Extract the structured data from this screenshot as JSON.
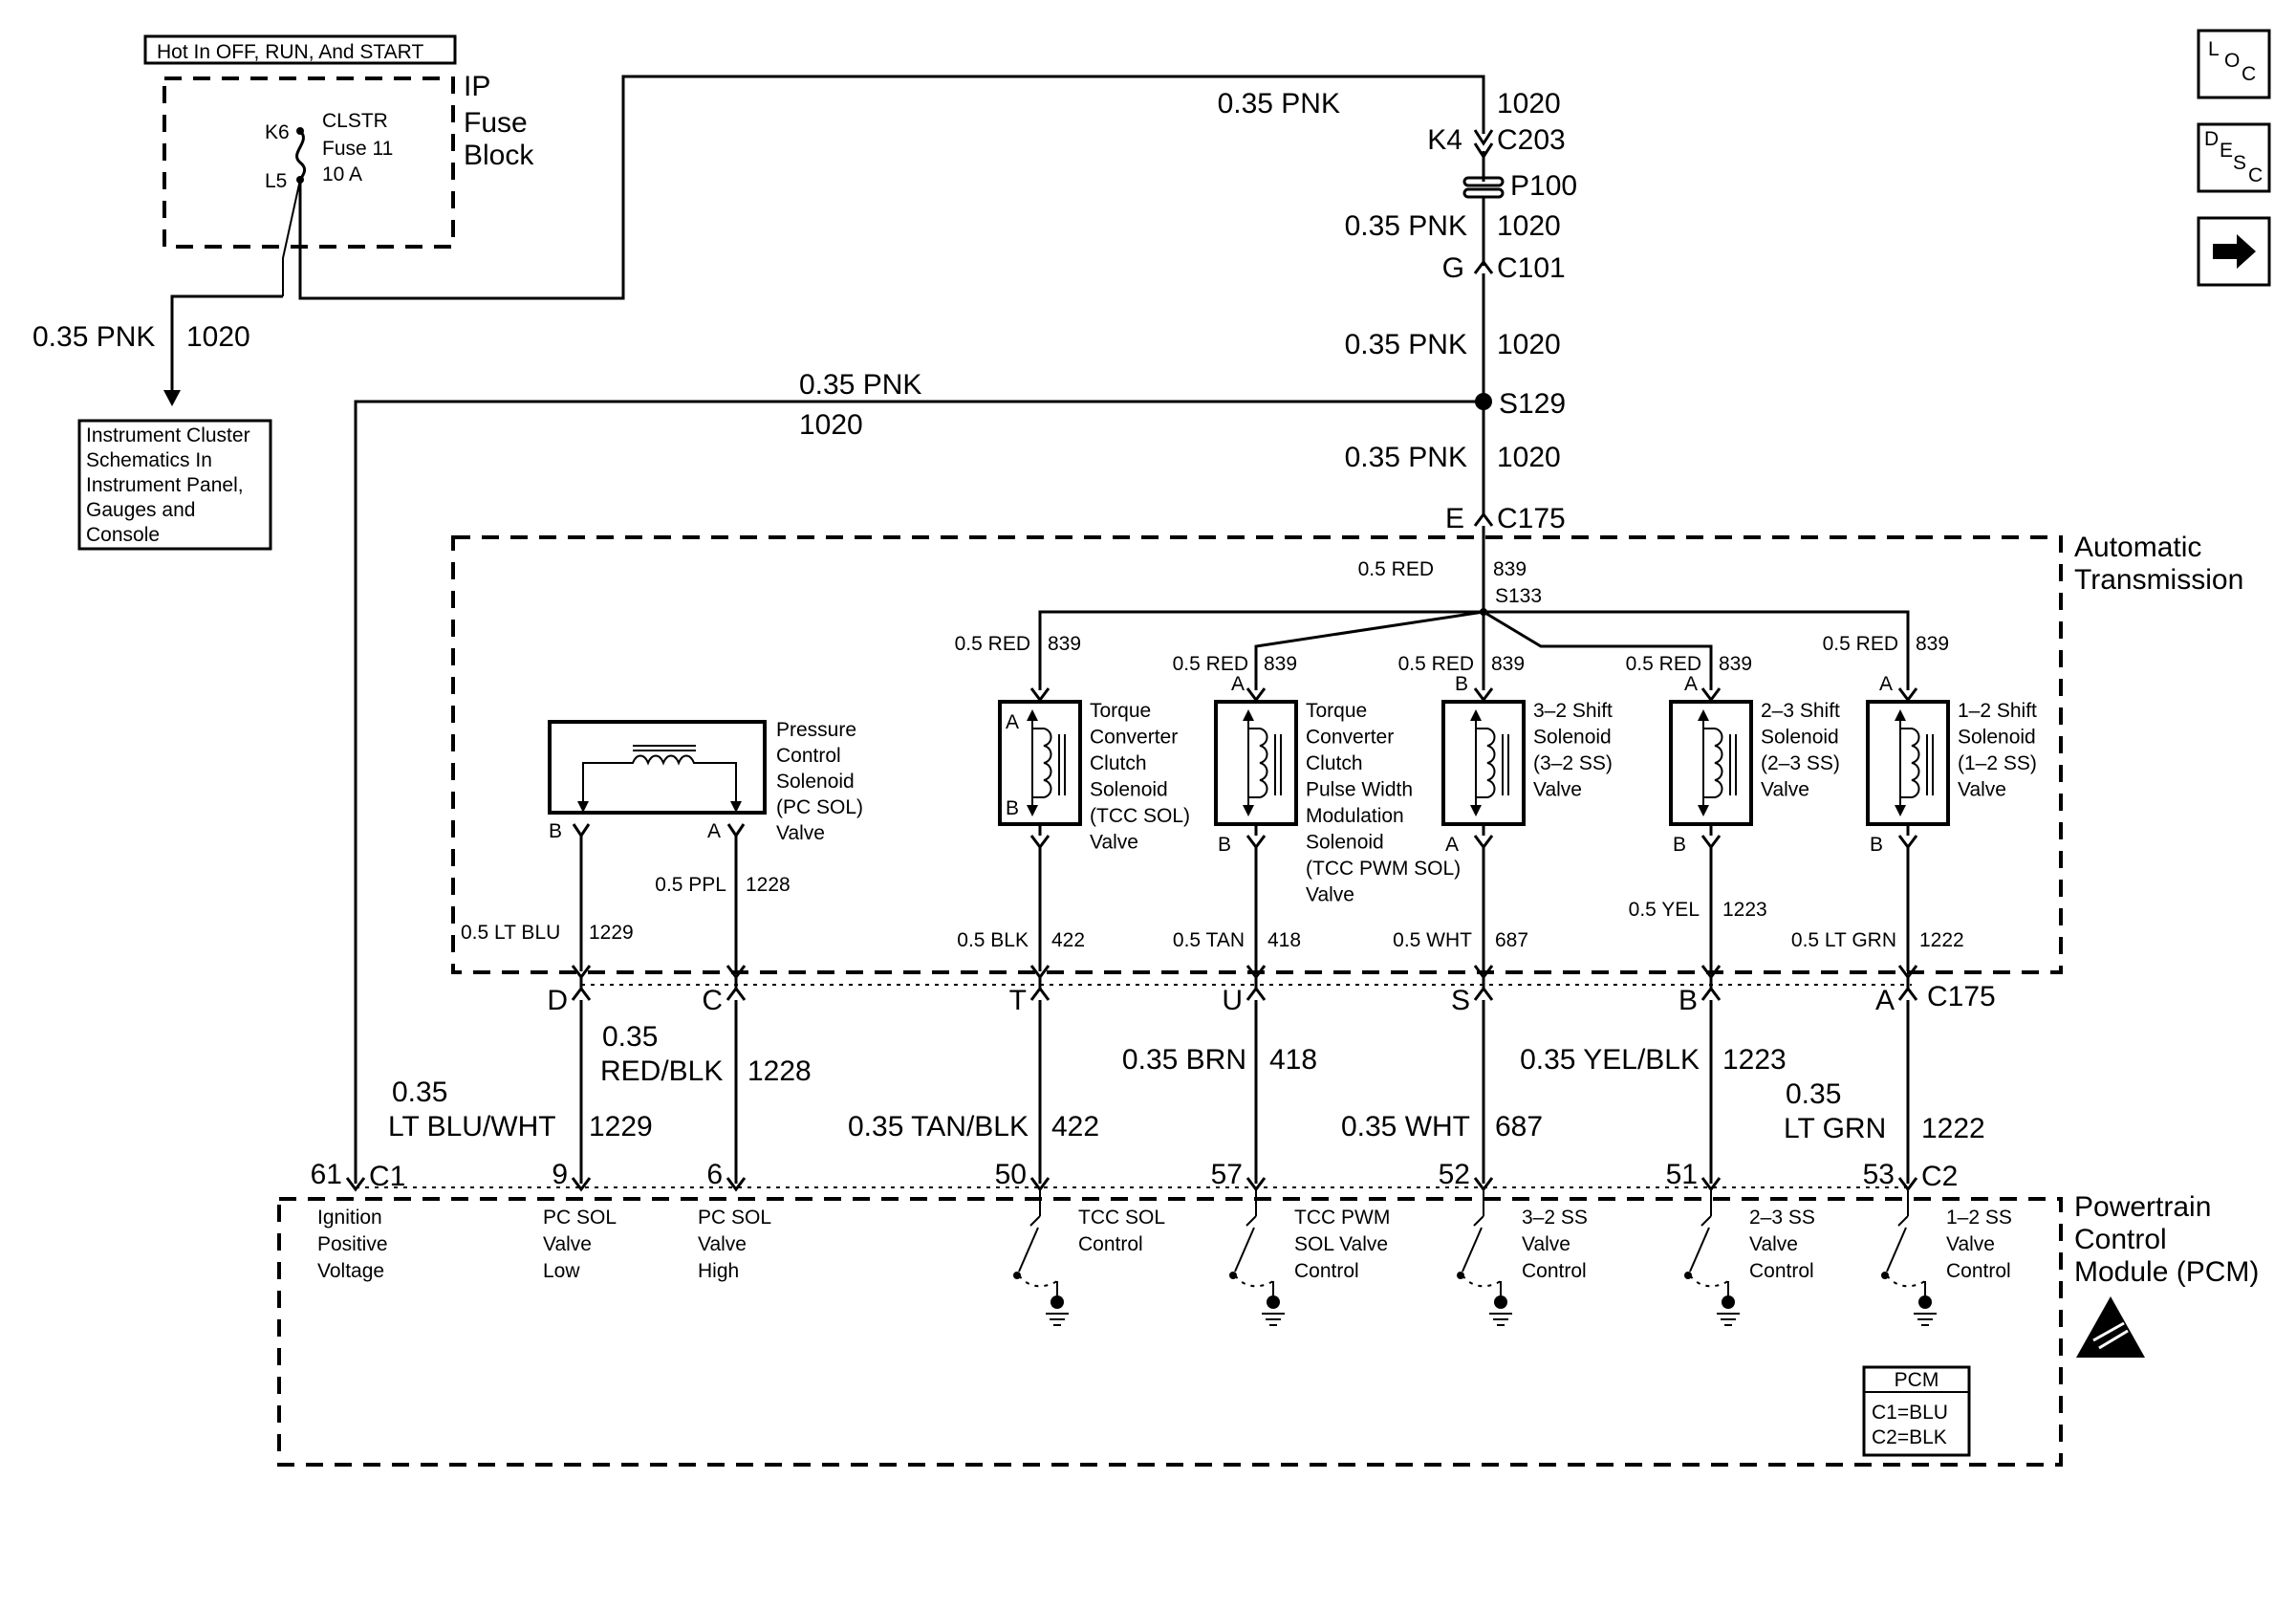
{
  "fuse_block": {
    "hot_label": "Hot In OFF, RUN, And START",
    "name": [
      "IP",
      "Fuse",
      "Block"
    ],
    "terminal_top": "K6",
    "terminal_bottom": "L5",
    "fuse": [
      "CLSTR",
      "Fuse 11",
      "10 A"
    ]
  },
  "instrument_cluster": {
    "wire_size_color": "0.35 PNK",
    "circuit": "1020",
    "box_text": [
      "Instrument Cluster",
      "Schematics In",
      "Instrument Panel,",
      "Gauges and",
      "Console"
    ]
  },
  "nav": {
    "loc": [
      "L",
      "O",
      "C"
    ],
    "desc": [
      "D",
      "E",
      "S",
      "C"
    ],
    "next": "next-arrow"
  },
  "main_feed": {
    "w1": "0.35 PNK",
    "c1": "1020",
    "k4": "K4",
    "c203": "C203",
    "p100": "P100",
    "w2": "0.35 PNK",
    "c2": "1020",
    "g": "G",
    "c101": "C101",
    "w3": "0.35 PNK",
    "c3": "1020",
    "s129": "S129",
    "branch_w": "0.35 PNK",
    "branch_c": "1020",
    "w4": "0.35 PNK",
    "c4": "1020",
    "e": "E",
    "c175": "C175"
  },
  "trans": {
    "title": [
      "Automatic",
      "Transmission"
    ],
    "feed_w": "0.5 RED",
    "feed_c": "839",
    "s133": "S133",
    "branches": [
      {
        "w": "0.5 RED",
        "c": "839"
      },
      {
        "w": "0.5 RED",
        "c": "839",
        "pin": "A"
      },
      {
        "w": "0.5 RED",
        "c": "839",
        "pin": "B"
      },
      {
        "w": "0.5 RED",
        "c": "839",
        "pin": "A"
      },
      {
        "w": "0.5 RED",
        "c": "839",
        "pin": "A"
      }
    ],
    "pc_sol": {
      "label": [
        "Pressure",
        "Control",
        "Solenoid",
        "(PC SOL)",
        "Valve"
      ],
      "pin_b": "B",
      "pin_a": "A",
      "wire_b": "0.5 LT BLU",
      "circ_b": "1229",
      "wire_a": "0.5 PPL",
      "circ_a": "1228"
    },
    "solenoids": [
      {
        "label": [
          "Torque",
          "Converter",
          "Clutch",
          "Solenoid",
          "(TCC SOL)",
          "Valve"
        ],
        "top": "A",
        "bot": "B",
        "pin_out": "",
        "wire": "0.5 BLK",
        "circ": "422"
      },
      {
        "label": [
          "Torque",
          "Converter",
          "Clutch",
          "Pulse Width",
          "Modulation",
          "Solenoid",
          "(TCC PWM SOL)",
          "Valve"
        ],
        "top": "",
        "bot": "",
        "pin_out": "B",
        "wire": "0.5 TAN",
        "circ": "418"
      },
      {
        "label": [
          "3–2 Shift",
          "Solenoid",
          "(3–2 SS)",
          "Valve"
        ],
        "top": "",
        "bot": "",
        "pin_out": "A",
        "wire": "0.5 WHT",
        "circ": "687"
      },
      {
        "label": [
          "2–3 Shift",
          "Solenoid",
          "(2–3 SS)",
          "Valve"
        ],
        "top": "",
        "bot": "",
        "pin_out": "B",
        "wire": "0.5 YEL",
        "circ": "1223"
      },
      {
        "label": [
          "1–2 Shift",
          "Solenoid",
          "(1–2 SS)",
          "Valve"
        ],
        "top": "",
        "bot": "",
        "pin_out": "B",
        "wire": "0.5 LT GRN",
        "circ": "1222"
      }
    ]
  },
  "connector_c175": {
    "pins": [
      "D",
      "C",
      "T",
      "U",
      "S",
      "B",
      "A"
    ],
    "name": "C175"
  },
  "harness": {
    "ign": {
      "size": "0.35",
      "color": "LT BLU/WHT",
      "circ": "1229"
    },
    "pc_high": {
      "size": "0.35",
      "color": "RED/BLK",
      "circ": "1228"
    },
    "tcc": {
      "wire": "0.35 TAN/BLK",
      "circ": "422"
    },
    "pwm": {
      "wire": "0.35 BRN",
      "circ": "418"
    },
    "ss32": {
      "wire": "0.35 WHT",
      "circ": "687"
    },
    "ss23": {
      "wire": "0.35 YEL/BLK",
      "circ": "1223"
    },
    "ss12": {
      "size": "0.35",
      "color": "LT GRN",
      "circ": "1222"
    }
  },
  "pcm": {
    "title": [
      "Powertrain",
      "Control",
      "Module (PCM)"
    ],
    "c1": "C1",
    "c2": "C2",
    "pins": [
      "61",
      "9",
      "6",
      "50",
      "57",
      "52",
      "51",
      "53"
    ],
    "inputs": [
      [
        "Ignition",
        "Positive",
        "Voltage"
      ],
      [
        "PC SOL",
        "Valve",
        "Low"
      ],
      [
        "PC SOL",
        "Valve",
        "High"
      ],
      [
        "TCC SOL",
        "Control"
      ],
      [
        "TCC PWM",
        "SOL Valve",
        "Control"
      ],
      [
        "3–2 SS",
        "Valve",
        "Control"
      ],
      [
        "2–3 SS",
        "Valve",
        "Control"
      ],
      [
        "1–2 SS",
        "Valve",
        "Control"
      ]
    ],
    "legend": [
      "PCM",
      "C1=BLU",
      "C2=BLK"
    ]
  }
}
